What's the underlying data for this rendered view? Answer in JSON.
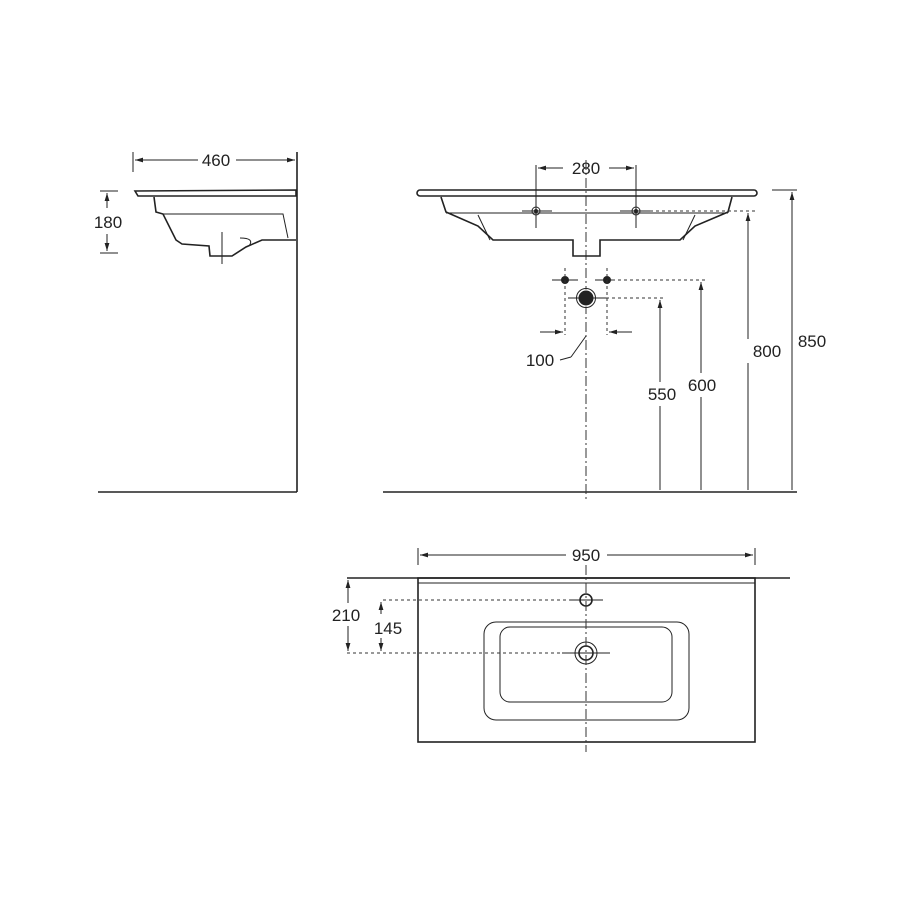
{
  "side_view": {
    "width": "460",
    "height": "180"
  },
  "front_view": {
    "tap_spacing": "280",
    "drain_spacing": "100",
    "drain_height": "550",
    "supply_height": "600",
    "overflow_height": "800",
    "top_height": "850"
  },
  "plan_view": {
    "width": "950",
    "depth": "210",
    "drain_offset": "145"
  },
  "colors": {
    "line": "#222222",
    "background": "#ffffff"
  }
}
